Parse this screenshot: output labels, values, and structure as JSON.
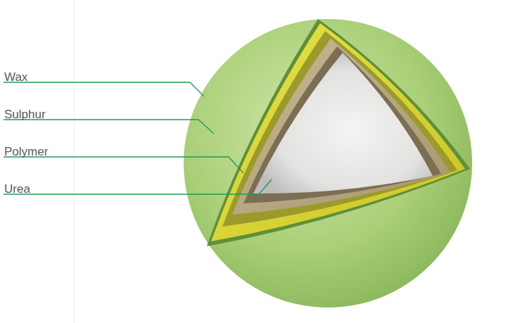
{
  "diagram": {
    "labels": [
      "Wax",
      "Sulphur",
      "Polymer",
      "Urea"
    ]
  }
}
